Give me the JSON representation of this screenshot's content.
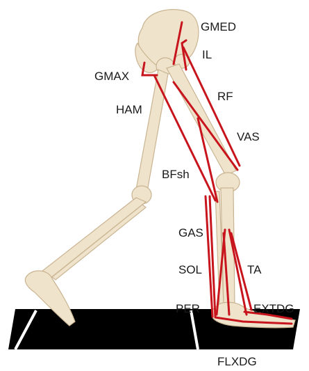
{
  "labels": {
    "gmed": "GMED",
    "il": "IL",
    "gmax": "GMAX",
    "rf": "RF",
    "ham": "HAM",
    "vas": "VAS",
    "bfsh": "BFsh",
    "gas": "GAS",
    "sol": "SOL",
    "ta": "TA",
    "per": "PER",
    "extdg": "EXTDG",
    "flxdg": "FLXDG"
  },
  "colors": {
    "muscle": "#c8141c",
    "bone": "#efe3cc",
    "bone_shade": "#d9c6a4",
    "ground": "#000000",
    "ground_line": "#ffffff"
  }
}
